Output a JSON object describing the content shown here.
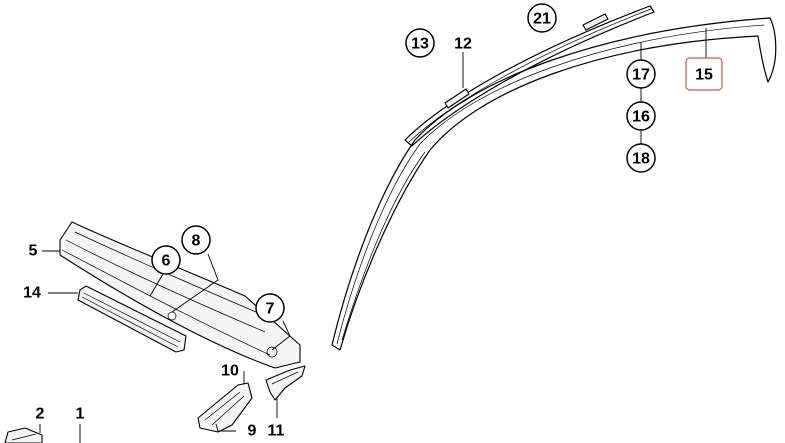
{
  "diagram": {
    "highlight_color": "#e05252",
    "callouts": [
      {
        "id": "c21",
        "label": "21",
        "style": "circle"
      },
      {
        "id": "c13",
        "label": "13",
        "style": "circle"
      },
      {
        "id": "c12",
        "label": "12",
        "style": "plain"
      },
      {
        "id": "c17",
        "label": "17",
        "style": "circle"
      },
      {
        "id": "c15",
        "label": "15",
        "style": "highlighted"
      },
      {
        "id": "c16",
        "label": "16",
        "style": "circle"
      },
      {
        "id": "c18",
        "label": "18",
        "style": "circle"
      },
      {
        "id": "c8",
        "label": "8",
        "style": "circle"
      },
      {
        "id": "c5",
        "label": "5",
        "style": "plain"
      },
      {
        "id": "c6",
        "label": "6",
        "style": "circle"
      },
      {
        "id": "c14",
        "label": "14",
        "style": "plain"
      },
      {
        "id": "c7",
        "label": "7",
        "style": "circle"
      },
      {
        "id": "c10",
        "label": "10",
        "style": "plain"
      },
      {
        "id": "c2",
        "label": "2",
        "style": "plain"
      },
      {
        "id": "c1",
        "label": "1",
        "style": "plain"
      },
      {
        "id": "c9",
        "label": "9",
        "style": "plain"
      },
      {
        "id": "c11",
        "label": "11",
        "style": "plain"
      }
    ]
  }
}
